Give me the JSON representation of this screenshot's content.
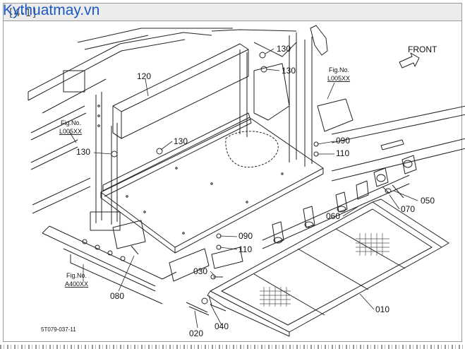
{
  "header": {
    "title": "[4-1]"
  },
  "watermark": "Kythuatmay.vn",
  "front_label": "FRONT",
  "part_numbers": {
    "p010": "010",
    "p020": "020",
    "p030": "030",
    "p040": "040",
    "p050": "050",
    "p060": "060",
    "p070": "070",
    "p080": "080",
    "p090a": "090",
    "p090b": "090",
    "p110a": "110",
    "p110b": "110",
    "p120": "120",
    "p130a": "130",
    "p130b": "130",
    "p130c": "130",
    "p130d": "130"
  },
  "figure_refs": {
    "ref_l005_right": {
      "caption": "Fig.No.",
      "code": "L005XX"
    },
    "ref_l005_left": {
      "caption": "Fig.No.",
      "code": "L005XX"
    },
    "ref_a400": {
      "caption": "Fig.No.",
      "code": "A400XX"
    }
  },
  "drawing_code": "5T079-037-11",
  "colors": {
    "line": "#222222",
    "watermark": "#1d59c4",
    "hatch": "#555555"
  }
}
